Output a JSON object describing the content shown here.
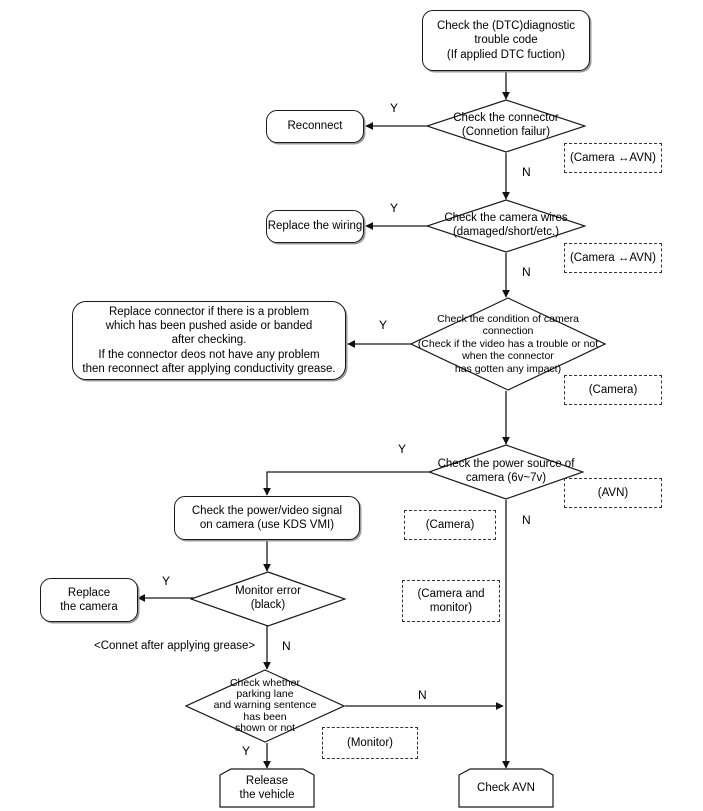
{
  "diagram": {
    "title": "Rear camera diagnostic flow chart",
    "type": "flowchart",
    "background": "#ffffff",
    "line_color": "#1a1a1a"
  },
  "nodes": {
    "start": {
      "shape": "rounded-rect",
      "lines": [
        "Check the (DTC)diagnostic",
        "trouble code",
        "(If applied DTC fuction)"
      ]
    },
    "d1": {
      "shape": "diamond",
      "lines": [
        "Check the connector",
        "(Connetion failur)"
      ]
    },
    "reconnect": {
      "shape": "rounded-rect",
      "lines": [
        "Reconnect"
      ]
    },
    "tag1": {
      "shape": "dashed-rect",
      "lines": [
        "(Camera ↔AVN)"
      ]
    },
    "d2": {
      "shape": "diamond",
      "lines": [
        "Check the camera wires",
        "(damaged/short/etc.)"
      ]
    },
    "replace_wiring": {
      "shape": "rounded-rect",
      "lines": [
        "Replace the wiring"
      ]
    },
    "tag2": {
      "shape": "dashed-rect",
      "lines": [
        "(Camera ↔AVN)"
      ]
    },
    "d3": {
      "shape": "diamond",
      "lines": [
        "Check the condition of camera",
        "connection",
        "(Check if the video has a trouble or not",
        "when the connector",
        "has gotten any impact)"
      ]
    },
    "replace_connector": {
      "shape": "rounded-rect",
      "lines": [
        "Replace connector if there is a problem",
        "which has been pushed aside or banded",
        "after checking.",
        "If the connector deos not have any problem",
        "then reconnect after applying conductivity grease."
      ]
    },
    "tag3": {
      "shape": "dashed-rect",
      "lines": [
        "(Camera)"
      ]
    },
    "d4": {
      "shape": "diamond",
      "lines": [
        "Check the power source of",
        "camera (6v~7v)"
      ]
    },
    "tag4": {
      "shape": "dashed-rect",
      "lines": [
        "(AVN)"
      ]
    },
    "check_signal": {
      "shape": "rounded-rect",
      "lines": [
        "Check the power/video signal",
        "on camera (use KDS VMI)"
      ]
    },
    "tag5": {
      "shape": "dashed-rect",
      "lines": [
        "(Camera)"
      ]
    },
    "d5": {
      "shape": "diamond",
      "lines": [
        "Monitor error",
        "(black)"
      ]
    },
    "replace_camera": {
      "shape": "rounded-rect",
      "lines": [
        "Replace",
        "the camera"
      ]
    },
    "tag6": {
      "shape": "dashed-rect",
      "lines": [
        "(Camera and",
        "monitor)"
      ]
    },
    "d6": {
      "shape": "diamond",
      "lines": [
        "Check whether",
        "parking lane",
        "and warning sentence",
        "has been",
        "shown or not"
      ]
    },
    "tag7": {
      "shape": "dashed-rect",
      "lines": [
        "(Monitor)"
      ]
    },
    "release": {
      "shape": "banner",
      "lines": [
        "Release",
        "the vehicle"
      ]
    },
    "check_avn": {
      "shape": "banner",
      "lines": [
        "Check AVN"
      ]
    }
  },
  "edge_labels": {
    "d1_yes": "Y",
    "d1_no": "N",
    "d2_yes": "Y",
    "d2_no": "N",
    "d3_yes": "Y",
    "d4_yes": "Y",
    "d4_no": "N",
    "d5_yes": "Y",
    "d5_no": "N",
    "d6_yes": "Y",
    "d6_no": "N"
  },
  "notes": {
    "grease": "<Connet after applying grease>"
  }
}
